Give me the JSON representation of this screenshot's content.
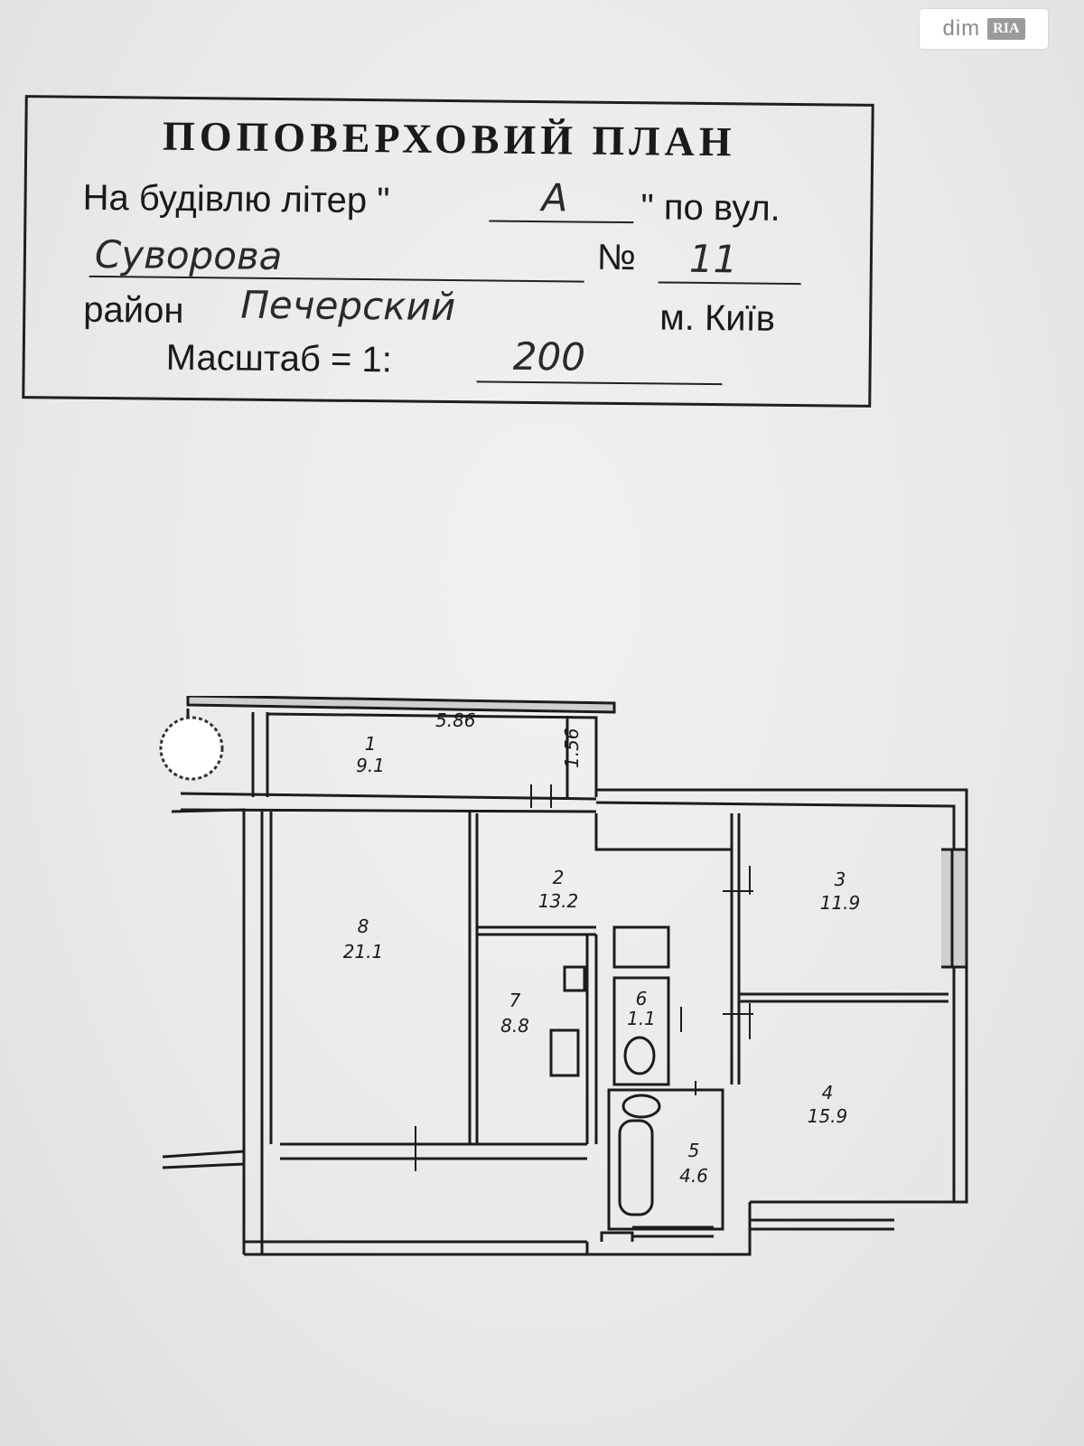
{
  "watermark": {
    "left_text": "dim",
    "right_text": "RIA"
  },
  "stamp": {
    "title": "ПОПОВЕРХОВИЙ ПЛАН",
    "line1_prefix": "На будівлю літер \"",
    "litera": "А",
    "line1_suffix": "\" по вул.",
    "street": "Суворова",
    "number_label": "№",
    "number": "11",
    "district_label": "район",
    "district": "Печерский",
    "city": "м. Київ",
    "scale_label": "Масштаб = 1:",
    "scale": "200"
  },
  "plan": {
    "balcony": {
      "length": "5.86",
      "width": "1.56"
    },
    "rooms": [
      {
        "number": "1",
        "area": "9.1"
      },
      {
        "number": "2",
        "area": "13.2"
      },
      {
        "number": "3",
        "area": "11.9"
      },
      {
        "number": "4",
        "area": "15.9"
      },
      {
        "number": "5",
        "area": "4.6"
      },
      {
        "number": "6",
        "area": "1.1"
      },
      {
        "number": "7",
        "area": "8.8"
      },
      {
        "number": "8",
        "area": "21.1"
      }
    ]
  }
}
